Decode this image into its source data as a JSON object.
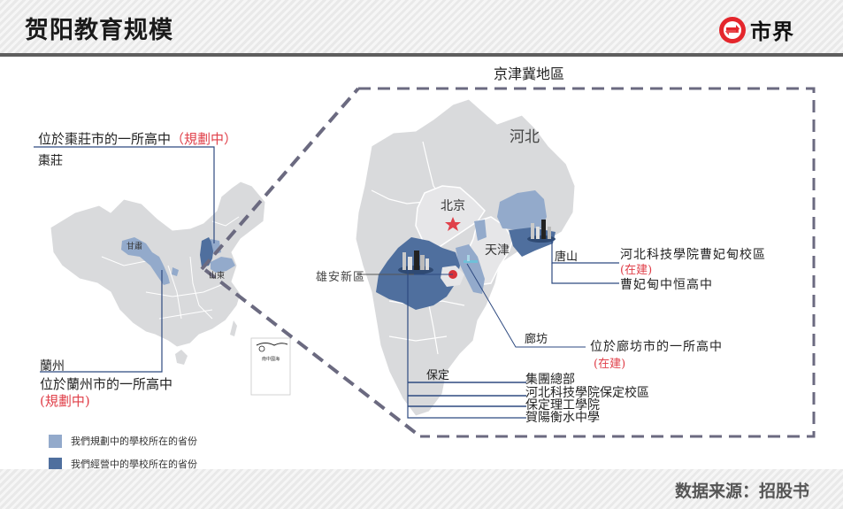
{
  "header": {
    "title": "贺阳教育规模",
    "logo_text": "市界",
    "logo_icon": "s-arrows-logo-icon"
  },
  "footer": {
    "source": "数据来源：招股书"
  },
  "colors": {
    "operating": "#4f6f9e",
    "planned": "#93aacb",
    "base_map": "#d9dadc",
    "dashed_frame": "#6b6a80",
    "leader_line": "#2e4a80",
    "status_red": "#e0404a"
  },
  "china_map": {
    "province_labels": [
      "甘肅",
      "山東"
    ],
    "callouts": [
      {
        "city": "棗莊",
        "description": "位於棗莊市的一所高中",
        "status": "（規劃中）"
      },
      {
        "city": "蘭州",
        "description": "位於蘭州市的一所高中",
        "status": "(規劃中)"
      }
    ],
    "inset_label": "南中國海"
  },
  "region_map": {
    "title": "京津冀地區",
    "labels": {
      "hebei": "河北",
      "beijing": "北京",
      "tianjin": "天津",
      "xiongan": "雄安新區",
      "tangshan": "唐山",
      "langfang": "廊坊",
      "baoding": "保定"
    },
    "tangshan_schools": [
      {
        "name": "河北科技學院曹妃甸校區",
        "status": "(在建)"
      },
      {
        "name": "曹妃甸中恒高中",
        "status": ""
      }
    ],
    "langfang_schools": [
      {
        "name": "位於廊坊市的一所高中",
        "status": "(在建)"
      }
    ],
    "baoding_schools": [
      {
        "name": "集團總部"
      },
      {
        "name": "河北科技學院保定校區"
      },
      {
        "name": "保定理工學院"
      },
      {
        "name": "賀陽衡水中學"
      }
    ]
  },
  "legend": {
    "items": [
      {
        "label": "我們規劃中的學校所在的省份",
        "color": "#93aacb"
      },
      {
        "label": "我們經營中的學校所在的省份",
        "color": "#4f6f9e"
      }
    ]
  }
}
